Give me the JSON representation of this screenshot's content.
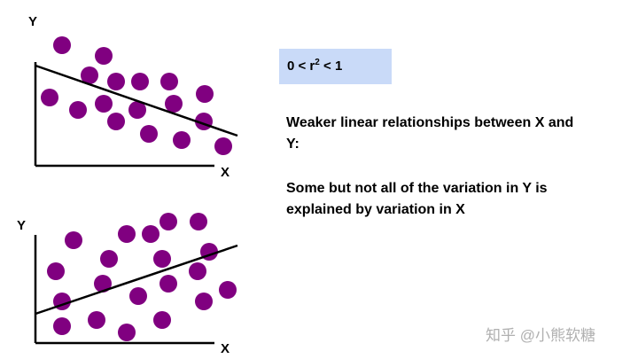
{
  "r2_box": {
    "prefix": "0 < r",
    "exp": "2",
    "suffix": " < 1"
  },
  "captions": {
    "line1": "Weaker linear relationships between X and Y:",
    "line2": "Some but not all of the variation in Y is explained by variation in X"
  },
  "watermark": "知乎 @小熊软糖",
  "colors": {
    "point": "#800080",
    "axis": "#000000",
    "box": "#c9daf8"
  },
  "chart_data": [
    {
      "type": "scatter",
      "title": "",
      "xlabel": "X",
      "ylabel": "Y",
      "xlim": [
        0,
        240
      ],
      "ylim": [
        0,
        165
      ],
      "grid": false,
      "points": [
        {
          "x": 30,
          "y": 136
        },
        {
          "x": 77,
          "y": 124
        },
        {
          "x": 61,
          "y": 102
        },
        {
          "x": 91,
          "y": 95
        },
        {
          "x": 118,
          "y": 95
        },
        {
          "x": 151,
          "y": 95
        },
        {
          "x": 191,
          "y": 81
        },
        {
          "x": 16,
          "y": 77
        },
        {
          "x": 48,
          "y": 63
        },
        {
          "x": 77,
          "y": 70
        },
        {
          "x": 115,
          "y": 63
        },
        {
          "x": 156,
          "y": 70
        },
        {
          "x": 91,
          "y": 50
        },
        {
          "x": 190,
          "y": 50
        },
        {
          "x": 128,
          "y": 36
        },
        {
          "x": 165,
          "y": 29
        },
        {
          "x": 212,
          "y": 22
        }
      ],
      "trendline": [
        {
          "x": 0,
          "y": 113
        },
        {
          "x": 228,
          "y": 34
        }
      ]
    },
    {
      "type": "scatter",
      "title": "",
      "xlabel": "X",
      "ylabel": "Y",
      "xlim": [
        0,
        240
      ],
      "ylim": [
        0,
        125
      ],
      "grid": false,
      "points": [
        {
          "x": 150,
          "y": 137
        },
        {
          "x": 184,
          "y": 137
        },
        {
          "x": 103,
          "y": 123
        },
        {
          "x": 130,
          "y": 123
        },
        {
          "x": 43,
          "y": 116
        },
        {
          "x": 196,
          "y": 103
        },
        {
          "x": 83,
          "y": 95
        },
        {
          "x": 143,
          "y": 95
        },
        {
          "x": 23,
          "y": 81
        },
        {
          "x": 183,
          "y": 81
        },
        {
          "x": 76,
          "y": 67
        },
        {
          "x": 150,
          "y": 67
        },
        {
          "x": 217,
          "y": 60
        },
        {
          "x": 116,
          "y": 53
        },
        {
          "x": 30,
          "y": 47
        },
        {
          "x": 190,
          "y": 47
        },
        {
          "x": 69,
          "y": 26
        },
        {
          "x": 143,
          "y": 26
        },
        {
          "x": 30,
          "y": 19
        },
        {
          "x": 103,
          "y": 12
        }
      ],
      "trendline": [
        {
          "x": 0,
          "y": 33
        },
        {
          "x": 228,
          "y": 110
        }
      ]
    }
  ]
}
